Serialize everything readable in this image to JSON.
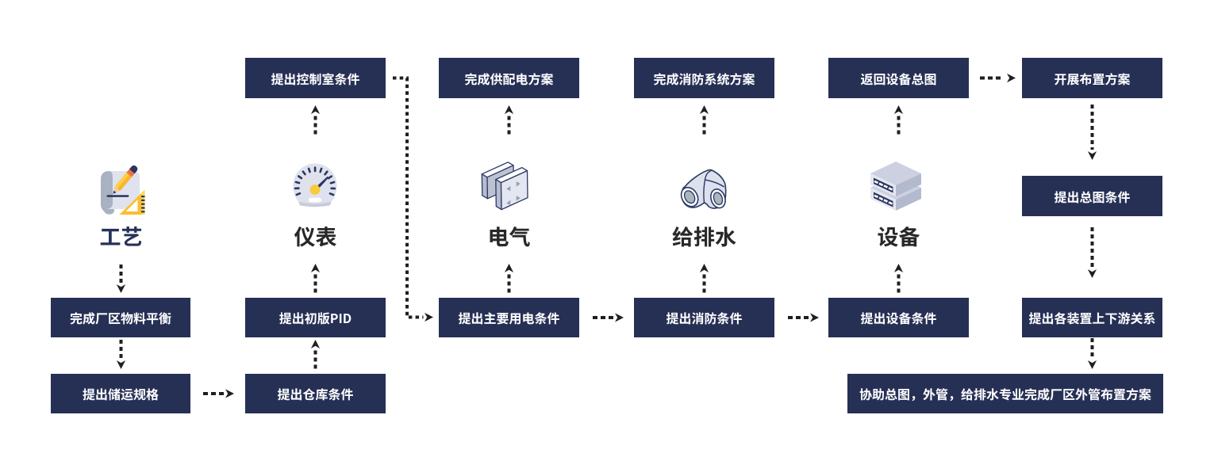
{
  "diagram": {
    "departments": [
      {
        "id": "process",
        "label": "工艺",
        "icon": "blueprint-pencil-icon"
      },
      {
        "id": "instrument",
        "label": "仪表",
        "icon": "gauge-icon"
      },
      {
        "id": "electrical",
        "label": "电气",
        "icon": "power-socket-icon"
      },
      {
        "id": "plumbing",
        "label": "给排水",
        "icon": "pipe-fitting-icon"
      },
      {
        "id": "equipment",
        "label": "设备",
        "icon": "server-icon"
      }
    ],
    "boxes": {
      "control_room_condition": "提出控制室条件",
      "power_supply_plan": "完成供配电方案",
      "fire_system_plan": "完成消防系统方案",
      "return_equipment_drawing": "返回设备总图",
      "start_layout_plan": "开展布置方案",
      "material_balance": "完成厂区物料平衡",
      "initial_pid": "提出初版PID",
      "main_power_condition": "提出主要用电条件",
      "fire_condition": "提出消防条件",
      "equipment_condition": "提出设备条件",
      "master_plan_condition": "提出总图条件",
      "upstream_downstream_relation": "提出各装置上下游关系",
      "storage_transport_spec": "提出储运规格",
      "warehouse_condition": "提出仓库条件",
      "assist_pipe_layout": "协助总图，外管，给排水专业完成厂区外管布置方案"
    },
    "flows": [
      {
        "from": "工艺",
        "to": "完成厂区物料平衡"
      },
      {
        "from": "完成厂区物料平衡",
        "to": "提出储运规格"
      },
      {
        "from": "提出储运规格",
        "to": "提出仓库条件"
      },
      {
        "from": "提出仓库条件",
        "to": "提出初版PID"
      },
      {
        "from": "提出初版PID",
        "to": "仪表"
      },
      {
        "from": "仪表",
        "to": "提出控制室条件"
      },
      {
        "from": "提出控制室条件",
        "to": "提出主要用电条件"
      },
      {
        "from": "提出主要用电条件",
        "to": "电气"
      },
      {
        "from": "电气",
        "to": "完成供配电方案"
      },
      {
        "from": "提出主要用电条件",
        "to": "提出消防条件"
      },
      {
        "from": "提出消防条件",
        "to": "给排水"
      },
      {
        "from": "给排水",
        "to": "完成消防系统方案"
      },
      {
        "from": "提出消防条件",
        "to": "提出设备条件"
      },
      {
        "from": "提出设备条件",
        "to": "设备"
      },
      {
        "from": "设备",
        "to": "返回设备总图"
      },
      {
        "from": "返回设备总图",
        "to": "开展布置方案"
      },
      {
        "from": "开展布置方案",
        "to": "提出总图条件"
      },
      {
        "from": "提出总图条件",
        "to": "提出各装置上下游关系"
      },
      {
        "from": "提出各装置上下游关系",
        "to": "协助总图，外管，给排水专业完成厂区外管布置方案"
      }
    ]
  },
  "colors": {
    "box_bg": "#263055",
    "box_text": "#ffffff",
    "arrow": "#1f1f1f",
    "process_label": "#273259",
    "department_label": "#282828",
    "background": "#ffffff"
  }
}
